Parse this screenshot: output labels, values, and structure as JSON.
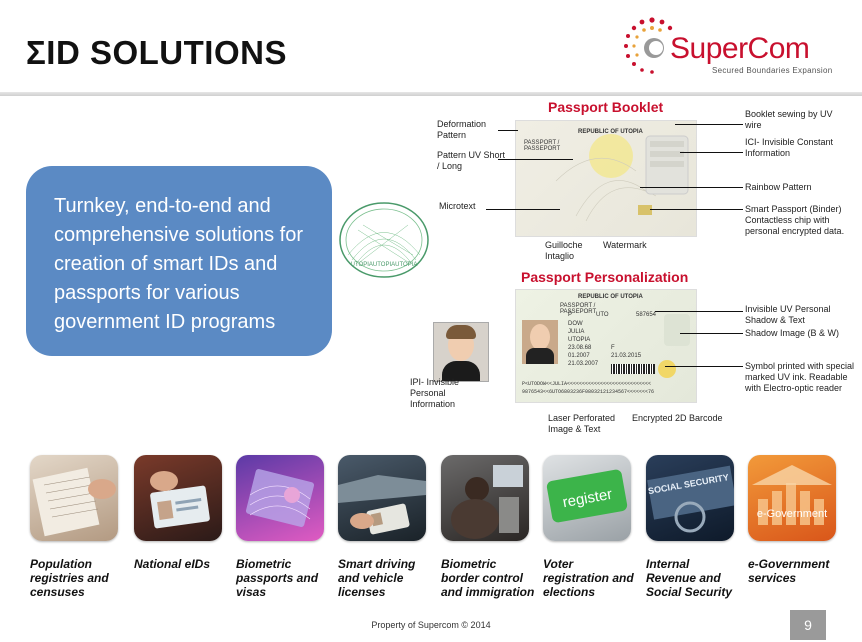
{
  "slide": {
    "title": "ΣID SOLUTIONS",
    "logo": {
      "name": "SuperCom",
      "tagline": "Secured Boundaries Expansion"
    },
    "callout_text": "Turnkey, end-to-end and comprehensive solutions for creation of smart IDs and passports for various government ID programs",
    "footer": "Property of Supercom © 2014",
    "page_number": "9"
  },
  "booklet": {
    "title": "Passport Booklet",
    "doc_header": "REPUBLIC OF UTOPIA",
    "doc_label": "PASSPORT / PASSEPORT",
    "labels_left": [
      "Deformation Pattern",
      "Pattern UV Short / Long",
      "Microtext"
    ],
    "labels_bottom": [
      "Guilloche Intaglio",
      "Watermark"
    ],
    "labels_right": [
      "Booklet sewing by UV wire",
      "ICI- Invisible Constant Information",
      "Rainbow Pattern",
      "Smart Passport (Binder) Contactless chip with personal encrypted data."
    ]
  },
  "personalization": {
    "title": "Passport Personalization",
    "doc_header": "REPUBLIC OF UTOPIA",
    "doc_label": "PASSPORT / PASSEPORT",
    "doc_fields": [
      "P",
      "UTO",
      "587654",
      "DOW",
      "JULIA",
      "UTOPIA",
      "23.08.68",
      "01.2007",
      "21.03.2007",
      "21.03.2015",
      "F"
    ],
    "mrz": [
      "P<UTODOW<<JULIA<<<<<<<<<<<<<<<<<<<<<<<<<<<<",
      "9876543<<6UTO6803236F08032121234567<<<<<<<76"
    ],
    "labels_left": [
      "IPI- Invisible Personal Information"
    ],
    "labels_bottom": [
      "Laser Perforated Image & Text",
      "Encrypted 2D Barcode"
    ],
    "labels_right": [
      "Invisible UV Personal Shadow & Text",
      "Shadow Image (B & W)",
      "Symbol printed with special marked UV ink. Readable with Electro-optic reader"
    ]
  },
  "seal_text": "UTOPIAUTOPIAUTOPIA",
  "solutions": [
    {
      "label": "Population registries and censuses",
      "icon": "ledger-icon"
    },
    {
      "label": "National eIDs",
      "icon": "id-card-icon"
    },
    {
      "label": "Biometric passports and visas",
      "icon": "passport-icon"
    },
    {
      "label": "Smart driving and vehicle licenses",
      "icon": "car-license-icon"
    },
    {
      "label": "Biometric border control and immigration",
      "icon": "border-control-icon"
    },
    {
      "label": "Voter registration and elections",
      "icon": "register-key-icon"
    },
    {
      "label": "Internal Revenue and Social Security",
      "icon": "social-security-card-icon"
    },
    {
      "label": "e-Government services",
      "icon": "e-government-icon"
    }
  ],
  "tile_text": {
    "register": "register",
    "social": "SOCIAL SECURITY",
    "egov": "e-Government"
  },
  "colors": {
    "accent": "#c8102e",
    "callout": "#5b8ac4",
    "page_badge": "#9a9a9a"
  }
}
